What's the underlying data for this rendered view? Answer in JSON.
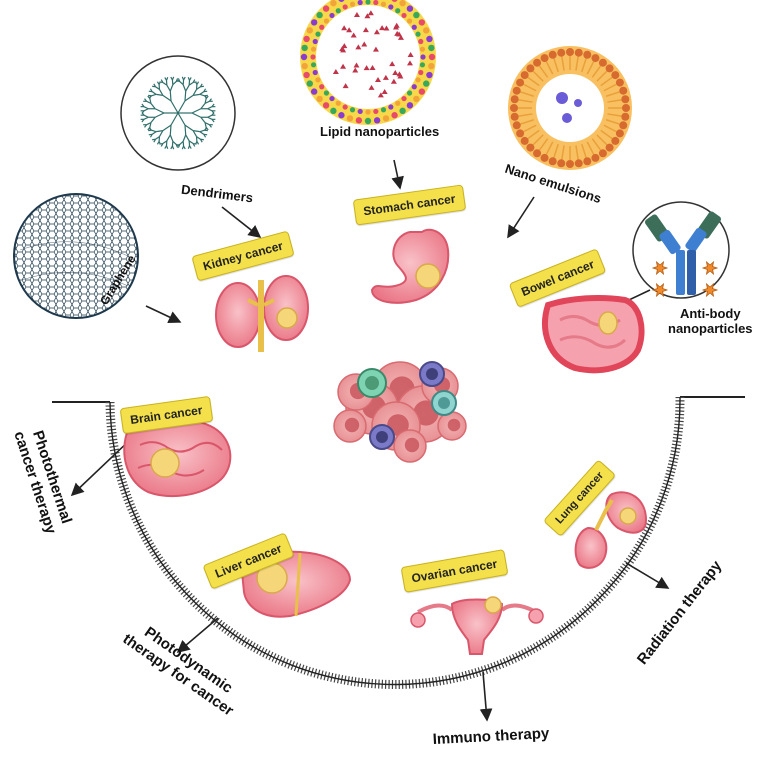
{
  "nanoparticles": {
    "lipid": "Lipid nanoparticles",
    "dendrimers": "Dendrimers",
    "nano_emulsions": "Nano emulsions",
    "graphene": "Graphene",
    "antibody_line1": "Anti-body",
    "antibody_line2": "nanoparticles"
  },
  "cancers": {
    "stomach": "Stomach cancer",
    "kidney": "Kidney cancer",
    "bowel": "Bowel cancer",
    "brain": "Brain cancer",
    "liver": "Liver cancer",
    "ovarian": "Ovarian cancer",
    "lung": "Lung cancer"
  },
  "therapies": {
    "photothermal_line1": "Photothermal",
    "photothermal_line2": "cancer therapy",
    "photodynamic_line1": "Photodynamic",
    "photodynamic_line2": "therapy for cancer",
    "immuno": "Immuno therapy",
    "radiation": "Radiation therapy"
  },
  "colors": {
    "tag_fill": "#f3e04a",
    "organ_pink": "#f08a9a",
    "tumor_yellow": "#f5d77a",
    "arc": "#333333"
  }
}
